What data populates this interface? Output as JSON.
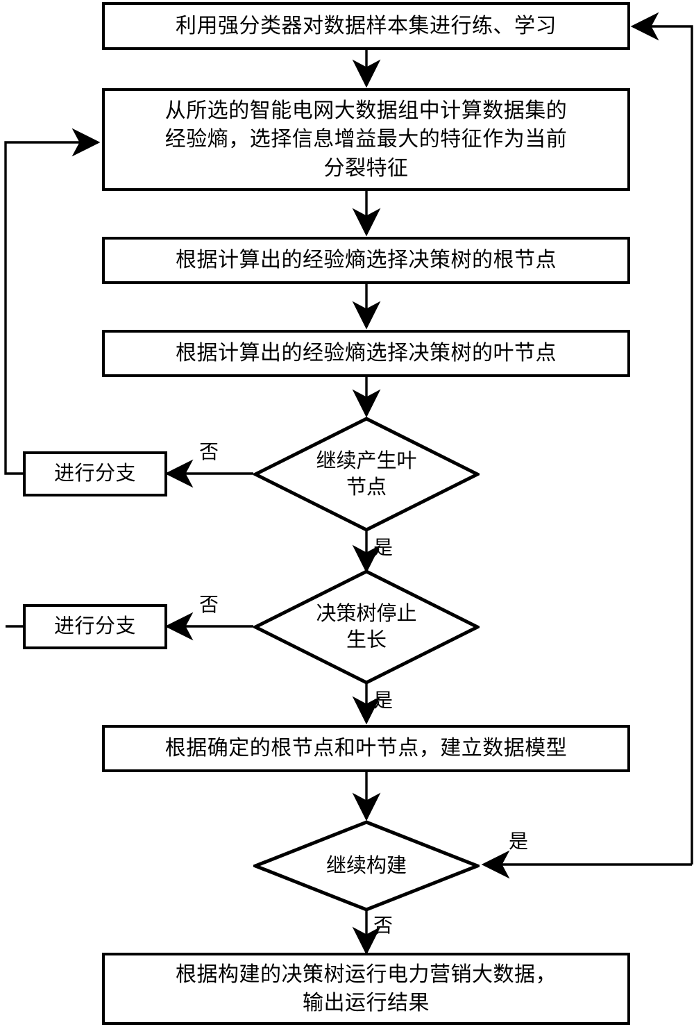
{
  "diagram": {
    "title": "决策树构建流程图",
    "type": "flowchart",
    "stroke_color": "#000000",
    "fill_color": "#ffffff",
    "background": "#ffffff"
  },
  "nodes": {
    "train": {
      "label": "利用强分类器对数据样本集进行练、学习",
      "shape": "process"
    },
    "entropy": {
      "label": "从所选的智能电网大数据组中计算数据集的\n经验熵，选择信息增益最大的特征作为当前\n分裂特征",
      "shape": "process"
    },
    "root_node": {
      "label": "根据计算出的经验熵选择决策树的根节点",
      "shape": "process"
    },
    "leaf_node": {
      "label": "根据计算出的经验熵选择决策树的叶节点",
      "shape": "process"
    },
    "decide_leaf": {
      "label": "继续产生叶\n节点",
      "shape": "decision"
    },
    "branch_1": {
      "label": "进行分支",
      "shape": "process"
    },
    "decide_stop": {
      "label": "决策树停止\n生长",
      "shape": "decision"
    },
    "branch_2": {
      "label": "进行分支",
      "shape": "process"
    },
    "model": {
      "label": "根据确定的根节点和叶节点，建立数据模型",
      "shape": "process"
    },
    "decide_build": {
      "label": "继续构建",
      "shape": "decision"
    },
    "output": {
      "label": "根据构建的决策树运行电力营销大数据，\n输出运行结果",
      "shape": "process"
    }
  },
  "edge_labels": {
    "leaf_no": "否",
    "leaf_yes": "是",
    "stop_no": "否",
    "stop_yes": "是",
    "build_yes": "是",
    "build_no": "否"
  }
}
